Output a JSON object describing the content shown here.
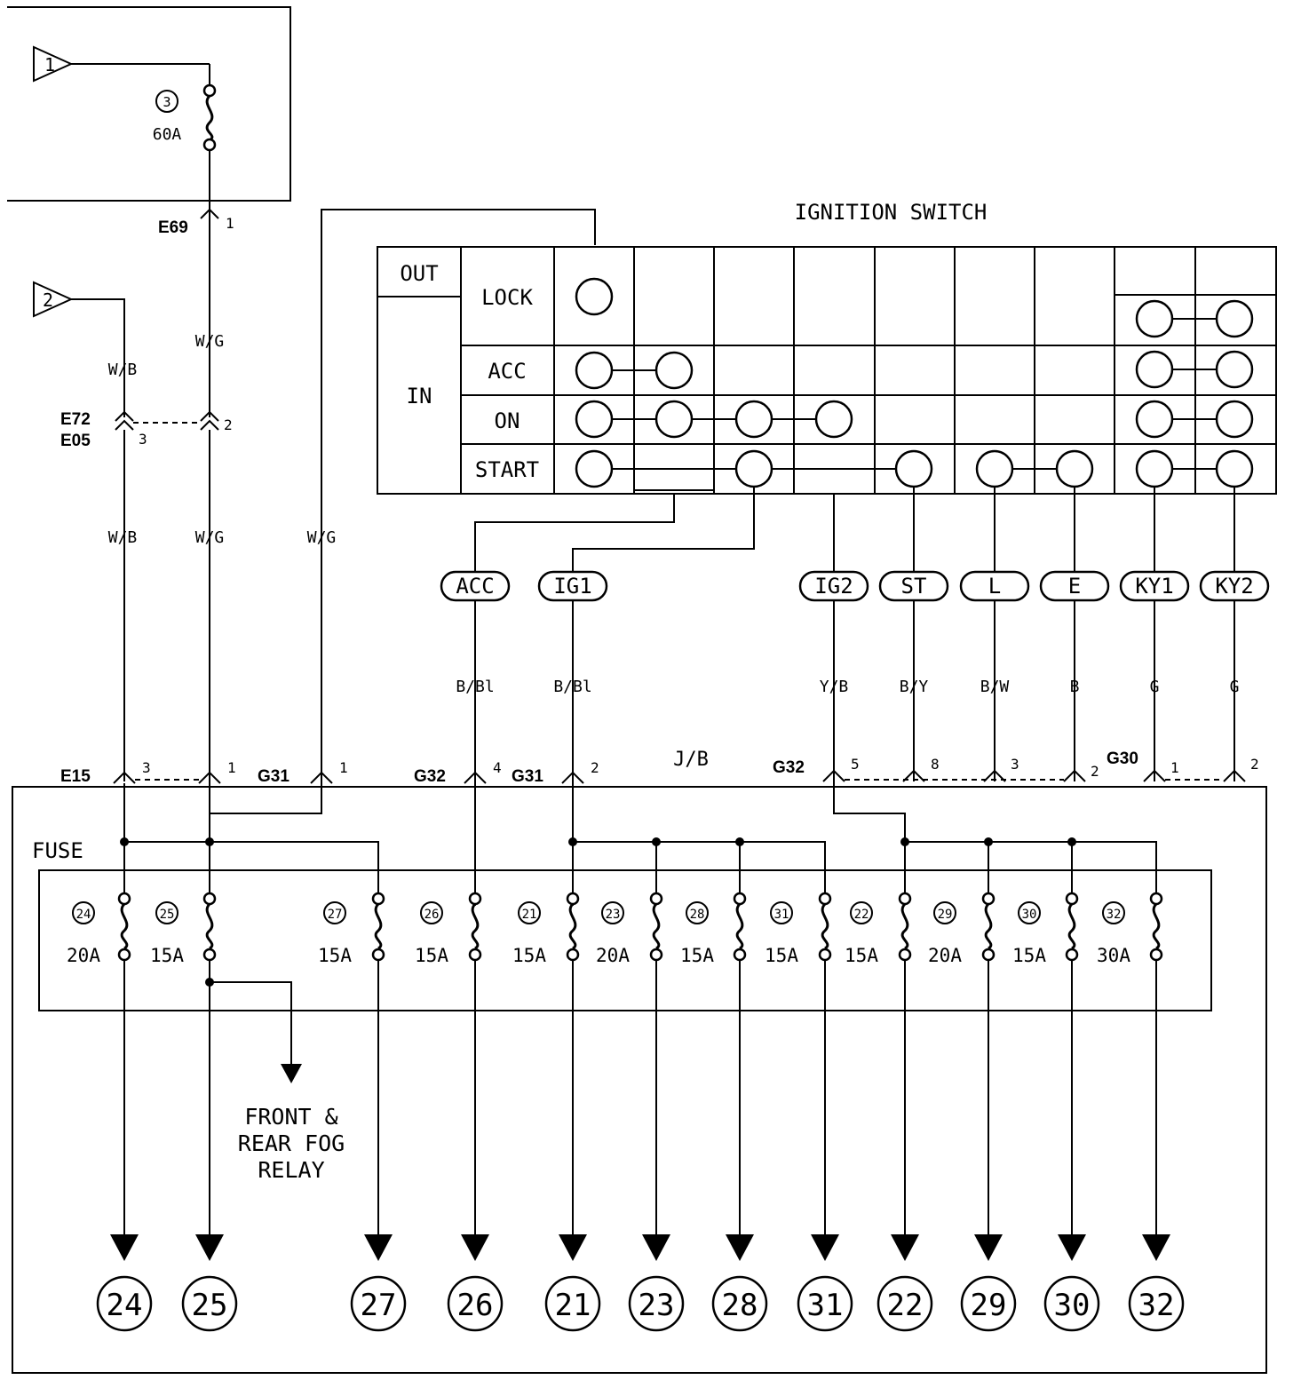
{
  "top_fuse": {
    "ref": "1",
    "number": "3",
    "rating": "60A"
  },
  "ref2": "2",
  "connectors": {
    "e69": "E69",
    "e69_pin": "1",
    "e72": "E72",
    "e05": "E05",
    "e05_pin": "3",
    "e72_pin": "2",
    "e15": "E15",
    "e15_pin": "3",
    "e15_pin2": "1",
    "g31a": "G31",
    "g31a_pin": "1",
    "g32a": "G32",
    "g32a_pin": "4",
    "g31b": "G31",
    "g31b_pin": "2",
    "jb": "J/B",
    "g32b": "G32",
    "g32b_pins": [
      "5",
      "8",
      "3",
      "2"
    ],
    "g30": "G30",
    "g30_pins": [
      "1",
      "2"
    ]
  },
  "wires": {
    "wb1": "W/B",
    "wg1": "W/G",
    "wb2": "W/B",
    "wg2": "W/G",
    "wg3": "W/G"
  },
  "ignition_switch": {
    "title": "IGNITION SWITCH",
    "out_label": "OUT",
    "in_label": "IN",
    "rows": [
      "LOCK",
      "ACC",
      "ON",
      "START"
    ]
  },
  "terminals": [
    {
      "name": "ACC",
      "wire": "B/Bl"
    },
    {
      "name": "IG1",
      "wire": "B/Bl"
    },
    {
      "name": "IG2",
      "wire": "Y/B"
    },
    {
      "name": "ST",
      "wire": "B/Y"
    },
    {
      "name": "L",
      "wire": "B/W"
    },
    {
      "name": "E",
      "wire": "B"
    },
    {
      "name": "KY1",
      "wire": "G"
    },
    {
      "name": "KY2",
      "wire": "G"
    }
  ],
  "fuse_label": "FUSE",
  "fuses": [
    {
      "number": "24",
      "rating": "20A"
    },
    {
      "number": "25",
      "rating": "15A"
    },
    {
      "number": "27",
      "rating": "15A"
    },
    {
      "number": "26",
      "rating": "15A"
    },
    {
      "number": "21",
      "rating": "15A"
    },
    {
      "number": "23",
      "rating": "20A"
    },
    {
      "number": "28",
      "rating": "15A"
    },
    {
      "number": "31",
      "rating": "15A"
    },
    {
      "number": "22",
      "rating": "15A"
    },
    {
      "number": "29",
      "rating": "20A"
    },
    {
      "number": "30",
      "rating": "15A"
    },
    {
      "number": "32",
      "rating": "30A"
    }
  ],
  "outputs": [
    "24",
    "25",
    "27",
    "26",
    "21",
    "23",
    "28",
    "31",
    "22",
    "29",
    "30",
    "32"
  ],
  "relay_note": [
    "FRONT &",
    "REAR FOG",
    "RELAY"
  ]
}
